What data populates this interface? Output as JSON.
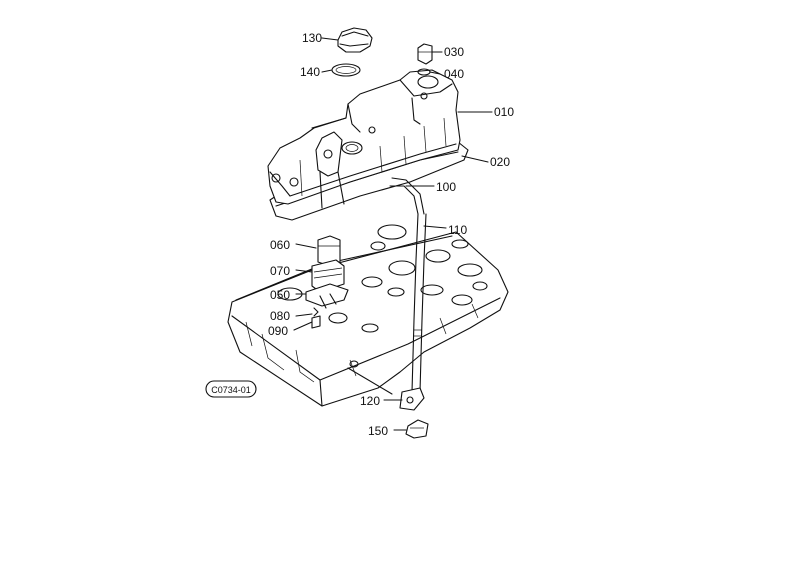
{
  "diagram": {
    "figure_code": "C0734-01",
    "callouts": [
      {
        "id": "c130",
        "label": "130"
      },
      {
        "id": "c140",
        "label": "140"
      },
      {
        "id": "c030",
        "label": "030"
      },
      {
        "id": "c040",
        "label": "040"
      },
      {
        "id": "c010",
        "label": "010"
      },
      {
        "id": "c020",
        "label": "020"
      },
      {
        "id": "c100",
        "label": "100"
      },
      {
        "id": "c110",
        "label": "110"
      },
      {
        "id": "c060",
        "label": "060"
      },
      {
        "id": "c070",
        "label": "070"
      },
      {
        "id": "c050",
        "label": "050"
      },
      {
        "id": "c080",
        "label": "080"
      },
      {
        "id": "c090",
        "label": "090"
      },
      {
        "id": "c120",
        "label": "120"
      },
      {
        "id": "c150",
        "label": "150"
      }
    ]
  },
  "colors": {
    "line": "#111111",
    "background": "#ffffff"
  }
}
